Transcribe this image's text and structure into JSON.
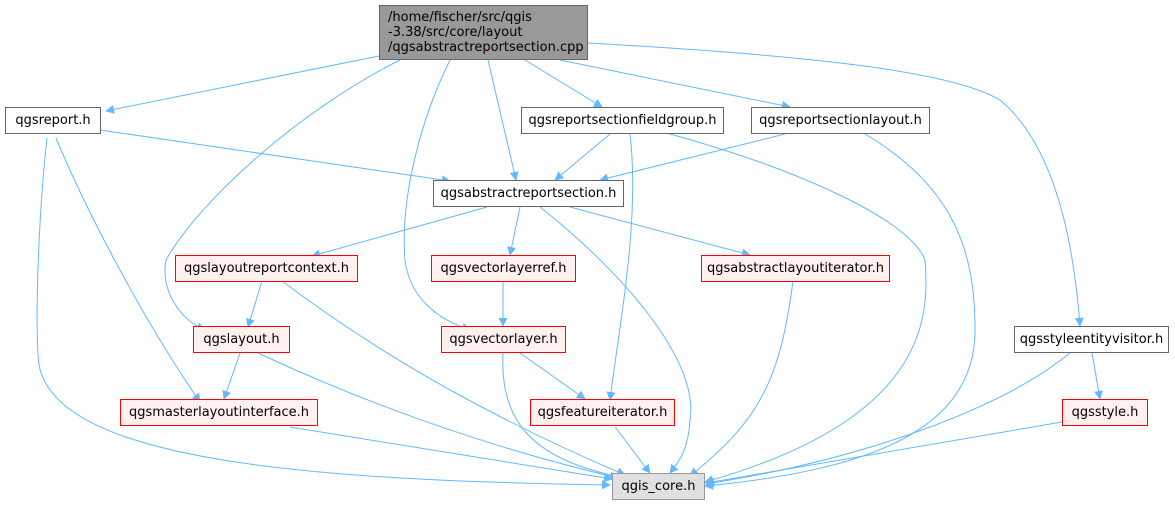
{
  "diagram": {
    "root": {
      "lines": [
        "/home/fischer/src/qgis",
        "-3.38/src/core/layout",
        "/qgsabstractreportsection.cpp"
      ]
    },
    "nodes": {
      "qgsreport": "qgsreport.h",
      "fieldgroup": "qgsreportsectionfieldgroup.h",
      "sectionlayout": "qgsreportsectionlayout.h",
      "abstractsection": "qgsabstractreportsection.h",
      "layoutcontext": "qgslayoutreportcontext.h",
      "vectorlayerref": "qgsvectorlayerref.h",
      "layoutiterator": "qgsabstractlayoutiterator.h",
      "styleentityvisitor": "qgsstyleentityvisitor.h",
      "layout": "qgslayout.h",
      "vectorlayer": "qgsvectorlayer.h",
      "masterlayout": "qgsmasterlayoutinterface.h",
      "featureiterator": "qgsfeatureiterator.h",
      "style": "qgsstyle.h",
      "core": "qgis_core.h"
    },
    "edge_color": "#63b8ff",
    "node_colors": {
      "root_fill": "#999999",
      "plain_fill": "#ffffff",
      "red_fill": "#fff0f0",
      "red_border": "#ff0000",
      "core_fill": "#e0e0e0"
    }
  }
}
